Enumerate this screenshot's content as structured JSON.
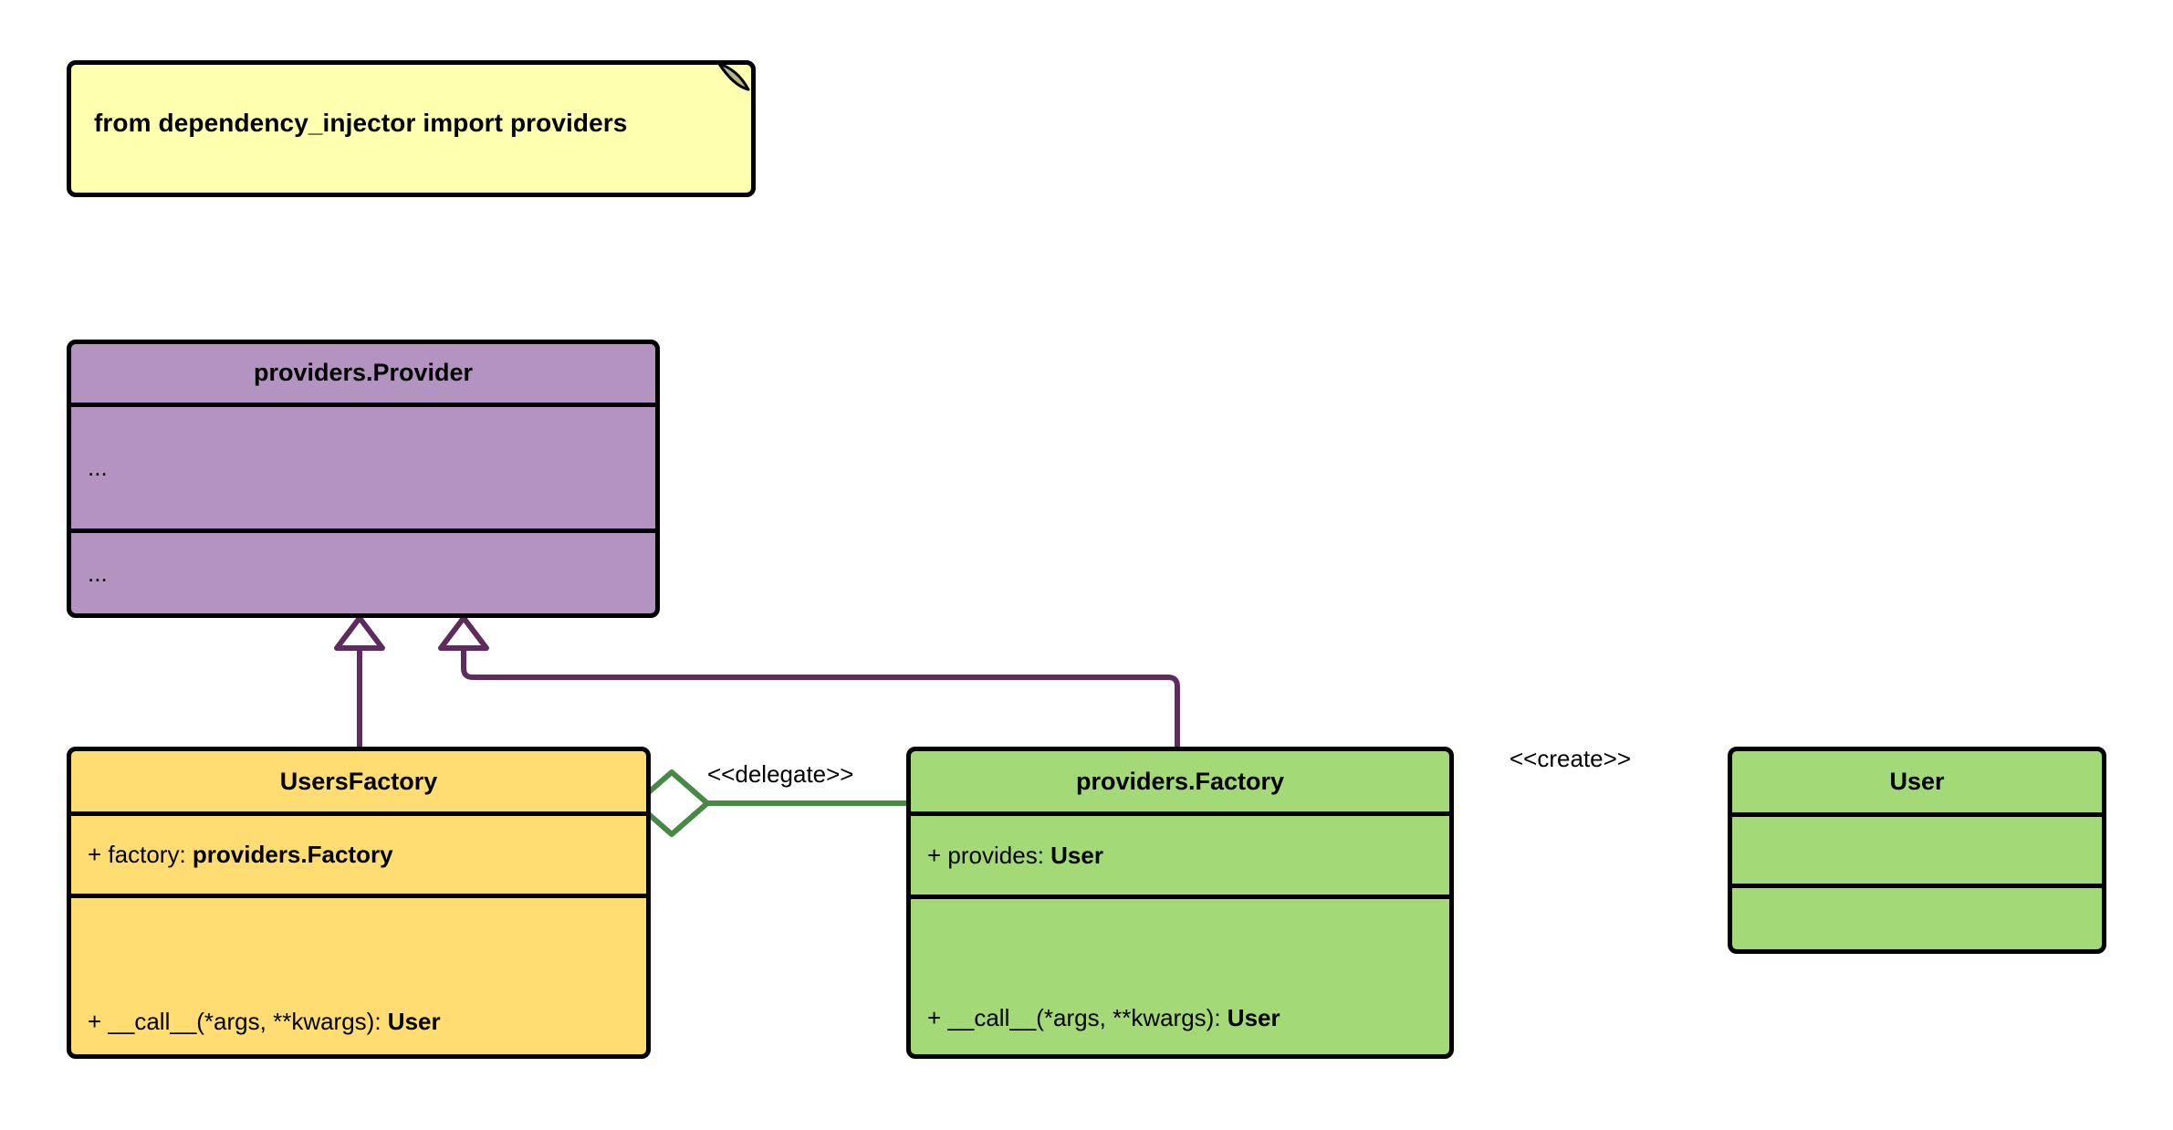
{
  "diagram": {
    "type": "uml-class-diagram",
    "background": "#ffffff",
    "note": {
      "text": "from dependency_injector import providers",
      "fill": "#ffffb0",
      "fold_fill": "#b5b585",
      "border": "#000000"
    },
    "palette": {
      "purple_fill": "#b393bf",
      "yellow_fill": "#ffdd72",
      "green_fill": "#a3d977",
      "note_fill": "#ffffb0",
      "border": "#000000",
      "inheritance_stroke": "#5d2b5e",
      "association_stroke": "#468a46"
    },
    "classes": [
      {
        "id": "providers-provider",
        "name": "providers.Provider",
        "fill": "#b393bf",
        "attributes": [
          "..."
        ],
        "methods": [
          "..."
        ]
      },
      {
        "id": "usersfactory",
        "name": "UsersFactory",
        "fill": "#ffdd72",
        "attributes": [
          {
            "visibility": "+",
            "label": "factory:",
            "type": "providers.Factory"
          }
        ],
        "methods": [
          {
            "visibility": "+",
            "label": "__call__(*args, **kwargs):",
            "type": "User"
          }
        ]
      },
      {
        "id": "providers-factory",
        "name": "providers.Factory",
        "fill": "#a3d977",
        "attributes": [
          {
            "visibility": "+",
            "label": "provides:",
            "type": "User"
          }
        ],
        "methods": [
          {
            "visibility": "+",
            "label": "__call__(*args, **kwargs):",
            "type": "User"
          }
        ]
      },
      {
        "id": "user",
        "name": "User",
        "fill": "#a3d977",
        "attributes": [],
        "methods": []
      }
    ],
    "relationships": [
      {
        "id": "inherit-usersfactory",
        "kind": "generalization",
        "from": "UsersFactory",
        "to": "providers.Provider",
        "label": "",
        "stroke": "#5d2b5e",
        "line": "solid",
        "head": "hollow-triangle"
      },
      {
        "id": "inherit-factory",
        "kind": "generalization",
        "from": "providers.Factory",
        "to": "providers.Provider",
        "label": "",
        "stroke": "#5d2b5e",
        "line": "solid",
        "head": "hollow-triangle"
      },
      {
        "id": "delegate",
        "kind": "aggregation",
        "from": "UsersFactory",
        "to": "providers.Factory",
        "label": "<<delegate>>",
        "stroke": "#468a46",
        "line": "solid",
        "head": "hollow-diamond"
      },
      {
        "id": "create",
        "kind": "dependency",
        "from": "providers.Factory",
        "to": "User",
        "label": "<<create>>",
        "stroke": "#468a46",
        "line": "dashed",
        "head": "open-arrow"
      }
    ]
  }
}
